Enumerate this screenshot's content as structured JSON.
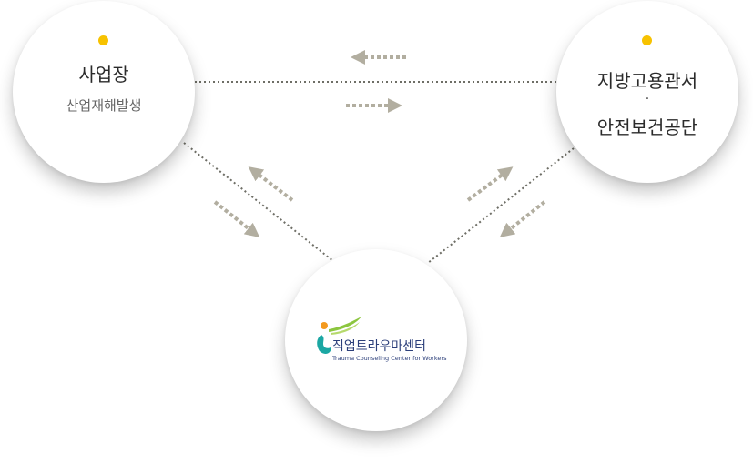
{
  "workplace": {
    "title": "사업장",
    "subtitle": "산업재해발생"
  },
  "agency": {
    "line1": "지방고용관서",
    "separator": "·",
    "line2": "안전보건공단"
  },
  "center": {
    "name_kr": "직업트라우마센터",
    "name_en": "Trauma Counseling Center for Workers"
  },
  "colors": {
    "dot": "#f7c200",
    "arrow": "#b2aea0",
    "line": "#6e6e66",
    "logo_text": "#2c3f7a",
    "logo_green": "#8cc63f",
    "logo_teal": "#1ba7a3"
  }
}
